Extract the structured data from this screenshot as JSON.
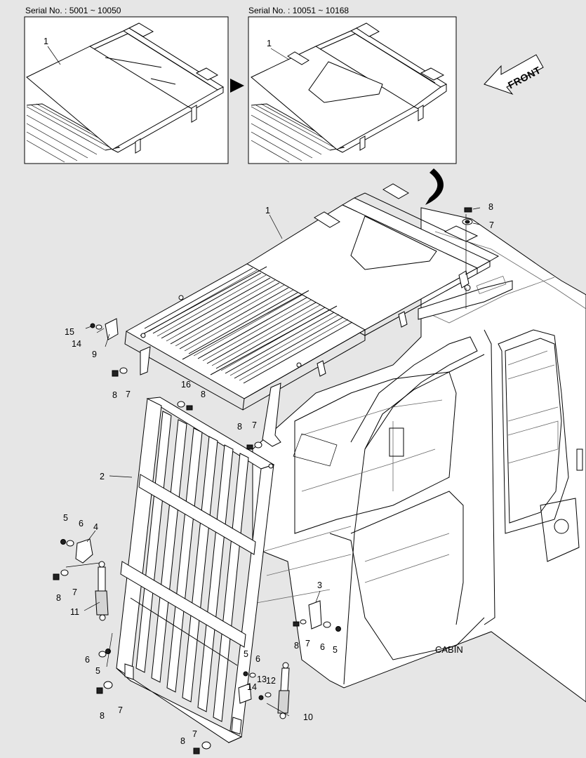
{
  "insets": {
    "left": {
      "serial": "Serial No. : 5001 ~ 10050",
      "callout": "1"
    },
    "right": {
      "serial": "Serial No. : 10051 ~ 10168",
      "callout": "1"
    }
  },
  "front_label": "FRONT",
  "cabin_label": "CABIN",
  "callouts": {
    "c1": "1",
    "c2": "2",
    "c3": "3",
    "c4": "4",
    "c5a": "5",
    "c5b": "5",
    "c5c": "5",
    "c5d": "5",
    "c6a": "6",
    "c6b": "6",
    "c6c": "6",
    "c6d": "6",
    "c7a": "7",
    "c7b": "7",
    "c7c": "7",
    "c7d": "7",
    "c7e": "7",
    "c7f": "7",
    "c7g": "7",
    "c8a": "8",
    "c8b": "8",
    "c8c": "8",
    "c8d": "8",
    "c8e": "8",
    "c8f": "8",
    "c8g": "8",
    "c8h": "8",
    "c9": "9",
    "c10": "10",
    "c11": "11",
    "c12": "12",
    "c13": "13",
    "c14a": "14",
    "c14b": "14",
    "c15": "15",
    "c16": "16"
  }
}
